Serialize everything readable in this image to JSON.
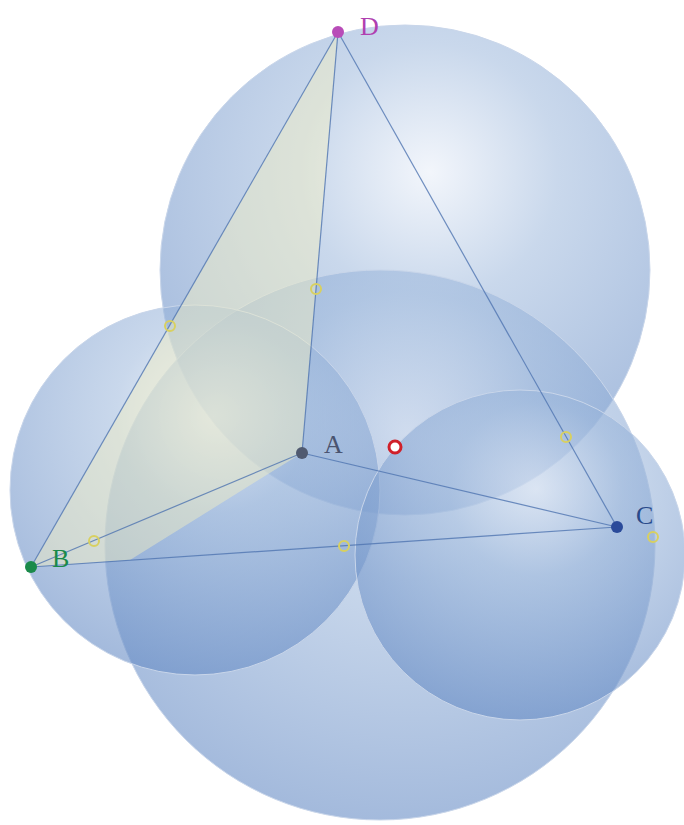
{
  "diagram": {
    "labels": [
      "D",
      "A",
      "B",
      "C"
    ]
  }
}
